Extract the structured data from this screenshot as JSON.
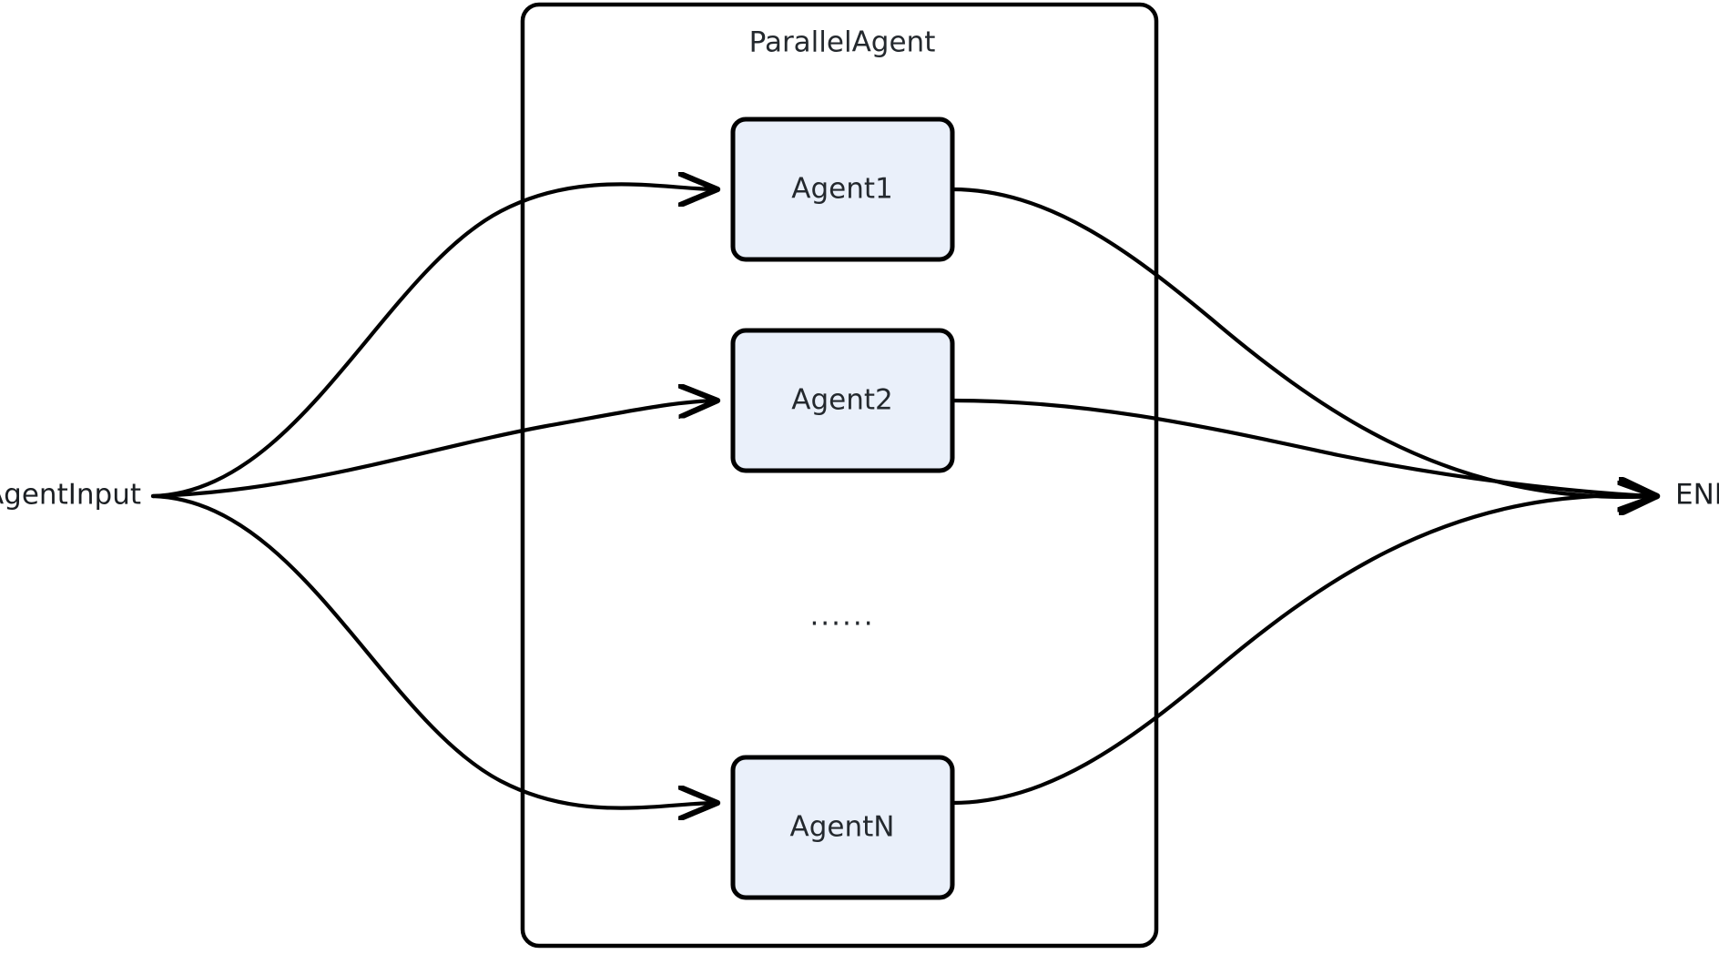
{
  "diagram": {
    "type": "flow-diagram",
    "background_color": "#ffffff",
    "group": {
      "label": "ParallelAgent",
      "fill": "#ffffff",
      "stroke": "#000000"
    },
    "terminals": {
      "input": {
        "label": "AgentInput"
      },
      "output": {
        "label": "END"
      }
    },
    "nodes": [
      {
        "id": "agent1",
        "label": "Agent1",
        "fill": "#eaf0fa",
        "stroke": "#000000"
      },
      {
        "id": "agent2",
        "label": "Agent2",
        "fill": "#eaf0fa",
        "stroke": "#000000"
      },
      {
        "id": "agentN",
        "label": "AgentN",
        "fill": "#eaf0fa",
        "stroke": "#000000"
      }
    ],
    "ellipsis": "......",
    "edges": [
      {
        "from": "AgentInput",
        "to": "Agent1"
      },
      {
        "from": "AgentInput",
        "to": "Agent2"
      },
      {
        "from": "AgentInput",
        "to": "AgentN"
      },
      {
        "from": "Agent1",
        "to": "END"
      },
      {
        "from": "Agent2",
        "to": "END"
      },
      {
        "from": "AgentN",
        "to": "END"
      }
    ]
  }
}
